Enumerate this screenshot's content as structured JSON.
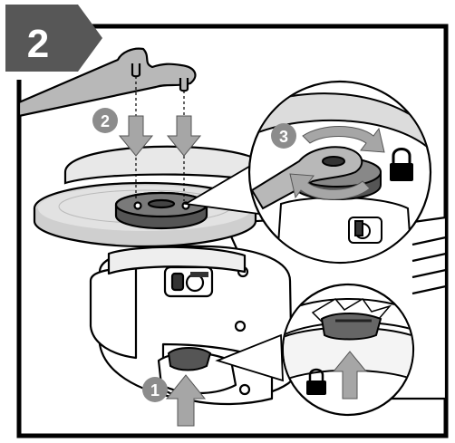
{
  "figure": {
    "step_number": "2",
    "callouts": [
      {
        "number": "1"
      },
      {
        "number": "2"
      },
      {
        "number": "3"
      }
    ],
    "icons": [
      "lock-icon",
      "lock-icon",
      "arrow-up-icon",
      "arrow-down-icon",
      "rotate-arrows-icon",
      "spanner-wrench-icon"
    ],
    "colors": {
      "badge_gray": "#555555",
      "callout_gray": "#8c8c8c",
      "arrow_gray": "#a6a6a6",
      "tool_gray": "#b8b8b8",
      "outline": "#000000"
    }
  }
}
